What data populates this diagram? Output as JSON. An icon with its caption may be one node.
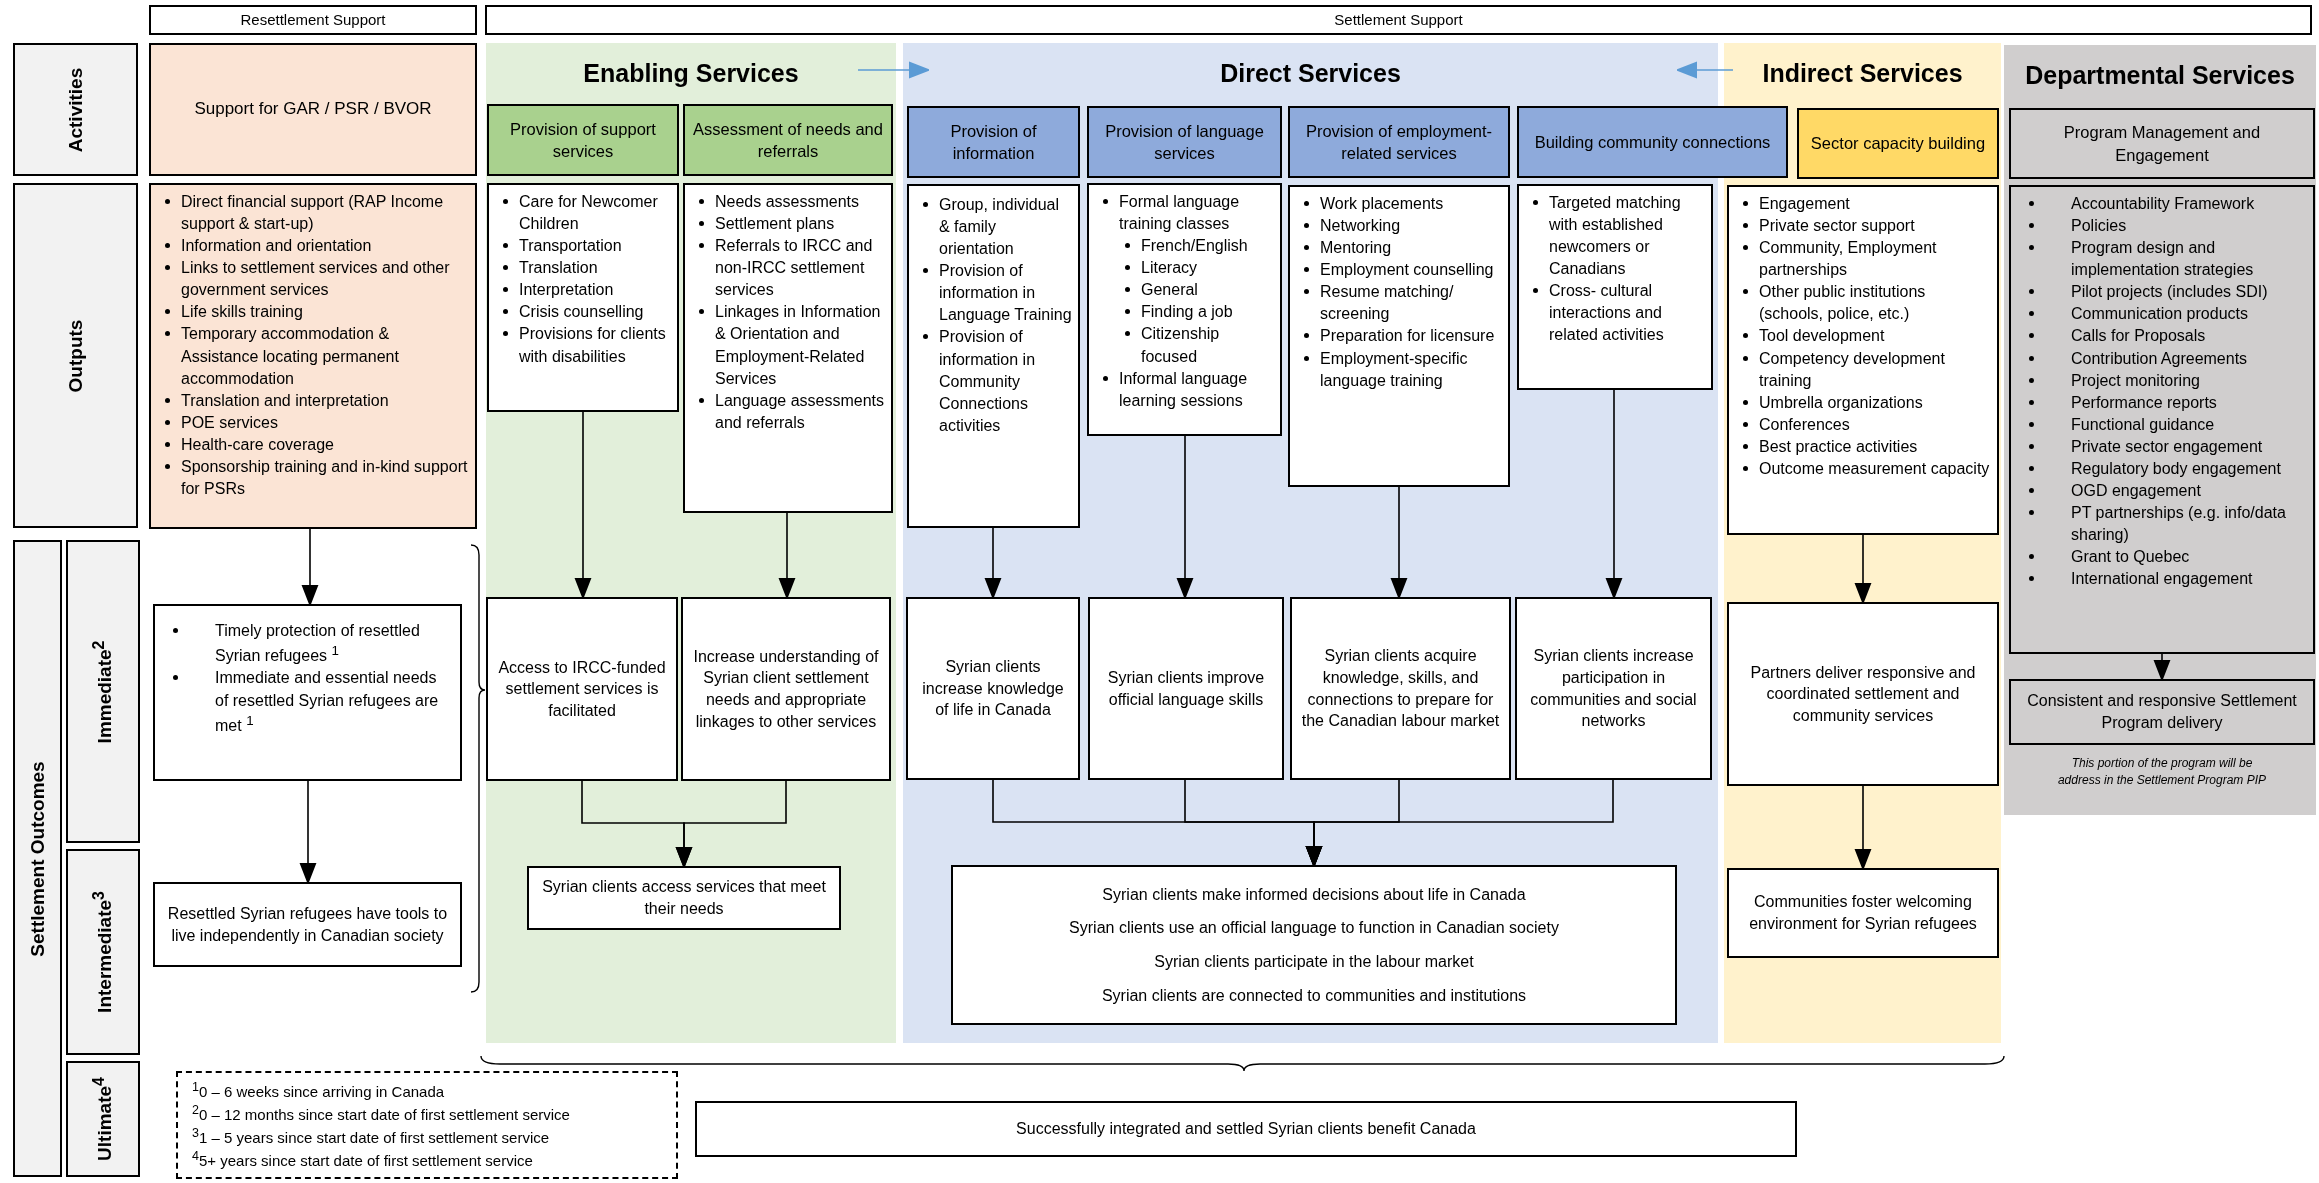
{
  "diagram": {
    "nodes": [
      {
        "text": [
          "Resettlement Support"
        ]
      },
      {
        "text": [
          "Settlement Support"
        ]
      },
      {
        "text": [
          "Activities"
        ]
      },
      {
        "text": [
          "Outputs"
        ]
      },
      {
        "text": [
          "Settlement Outcomes"
        ]
      },
      {
        "text": [
          "Immediate$^{2}$"
        ]
      },
      {
        "text": [
          "Intermediate$^{3}$"
        ]
      },
      {
        "text": [
          "Ultimate$^{4}$"
        ]
      },
      {
        "text": [
          "Support for GAR / PSR / BVOR"
        ]
      },
      {
        "text": [
          "Direct financial support (RAP Income support & start-up)",
          "Information and orientation",
          "Links to settlement services and other government services",
          "Life skills training",
          "Temporary accommodation & Assistance locating permanent accommodation",
          "Translation and interpretation",
          "POE services",
          "Health-care coverage",
          "Sponsorship training and in-kind support for PSRs"
        ]
      },
      {
        "text": [
          "Timely protection of resettled Syrian refugees $^{1}$",
          "Immediate and essential needs of resettled Syrian refugees are met $^{1}$"
        ]
      },
      {
        "text": [
          "Resettled Syrian refugees have tools to live independently in Canadian society"
        ]
      },
      {
        "text": [
          "Enabling Services"
        ]
      },
      {
        "text": [
          "Provision of support services"
        ],
        "in": 12
      },
      {
        "text": [
          "Assessment of needs and referrals"
        ],
        "in": 12
      },
      {
        "text": [
          "Care for Newcomer Children",
          "Transportation",
          "Translation",
          "Interpretation",
          "Crisis counselling",
          "Provisions for clients with disabilities"
        ],
        "in": 12
      },
      {
        "text": [
          "Needs assessments",
          "Settlement plans",
          "Referrals to IRCC and non-IRCC settlement services",
          "Linkages in Information & Orientation and Employment-Related Services",
          "Language assessments and referrals"
        ],
        "in": 12
      },
      {
        "text": [
          "Access to IRCC-funded settlement services is facilitated"
        ],
        "in": 12
      },
      {
        "text": [
          "Increase understanding of Syrian client settlement needs and appropriate linkages to other services"
        ],
        "in": 12
      },
      {
        "text": [
          "Syrian clients access services that meet their needs"
        ],
        "in": 12
      },
      {
        "text": [
          "Direct Services"
        ]
      },
      {
        "text": [
          "Provision of information"
        ],
        "in": 20
      },
      {
        "text": [
          "Provision of language services"
        ],
        "in": 20
      },
      {
        "text": [
          "Provision of employment-related services"
        ],
        "in": 20
      },
      {
        "text": [
          "Building community connections"
        ]
      },
      {
        "text": [
          "Group, individual & family orientation",
          "Provision of information in Language Training",
          "Provision of information in Community Connections activities"
        ],
        "in": 20
      },
      {
        "text": [
          "Formal language training classes",
          "French/English",
          "Literacy",
          "General",
          "Finding a job",
          "Citizenship focused",
          "Informal language learning sessions"
        ],
        "in": 20
      },
      {
        "text": [
          "Work placements",
          "Networking",
          "Mentoring",
          "Employment counselling",
          "Resume matching/ screening",
          "Preparation for licensure",
          "Employment-specific language training"
        ],
        "in": 20
      },
      {
        "text": [
          "Targeted matching with established newcomers or Canadians",
          "Cross- cultural interactions and related activities"
        ],
        "in": 20
      },
      {
        "text": [
          "Syrian clients increase knowledge of life in Canada"
        ],
        "in": 20
      },
      {
        "text": [
          "Syrian clients improve official language skills"
        ],
        "in": 20
      },
      {
        "text": [
          "Syrian clients acquire knowledge, skills, and connections to prepare for the Canadian labour market"
        ],
        "in": 20
      },
      {
        "text": [
          "Syrian clients increase participation in communities and social networks"
        ],
        "in": 20
      },
      {
        "text": [
          "Syrian clients make informed decisions about life in Canada",
          "Syrian clients use an official language to function in Canadian society",
          "Syrian clients participate in the labour market",
          "Syrian clients are connected to communities and institutions"
        ],
        "in": 20
      },
      {
        "text": [
          "Indirect Services"
        ]
      },
      {
        "text": [
          "Sector capacity building"
        ],
        "in": 34
      },
      {
        "text": [
          "Engagement",
          "Private sector support",
          "Community, Employment partnerships",
          "Other public institutions (schools, police, etc.)",
          "Tool development",
          "Competency development training",
          "Umbrella organizations",
          "Conferences",
          "Best practice activities",
          "Outcome measurement capacity"
        ],
        "in": 34
      },
      {
        "text": [
          "Partners deliver responsive and coordinated settlement and community services"
        ],
        "in": 34
      },
      {
        "text": [
          "Communities foster welcoming environment for Syrian refugees"
        ],
        "in": 34
      },
      {
        "text": [
          "Departmental Services"
        ]
      },
      {
        "text": [
          "Program Management and Engagement"
        ],
        "in": 39
      },
      {
        "text": [
          "Accountability Framework",
          "Policies",
          "Program design and implementation strategies",
          "Pilot projects (includes SDI)",
          "Communication products",
          "Calls for Proposals",
          "Contribution Agreements",
          "Project monitoring",
          "Performance reports",
          "Functional guidance",
          "Private sector engagement",
          "Regulatory body engagement",
          "OGD engagement",
          "PT partnerships (e.g. info/data sharing)",
          "Grant to Quebec",
          "International engagement"
        ],
        "in": 39
      },
      {
        "text": [
          "Consistent and responsive Settlement Program delivery"
        ],
        "in": 39,
        "beside": [
          "This portion of the program will be address in the Settlement Program PIP"
        ]
      },
      {
        "text": [
          "Successfully integrated and settled Syrian clients benefit Canada"
        ]
      },
      {
        "text": [
          "$^{1}$0 – 6 weeks since arriving in Canada",
          "$^{2}$0 – 12 months since start date of first settlement service",
          "$^{3}$1 – 5 years since start date of first settlement service",
          "$^{4}$5+ years since start date of first settlement service"
        ]
      }
    ],
    "edges": [
      {
        "from": 9,
        "to": 10,
        "arrow": "to"
      },
      {
        "from": 10,
        "to": 11,
        "arrow": "to"
      },
      {
        "from": 15,
        "to": 17,
        "arrow": "to"
      },
      {
        "from": 16,
        "to": 18,
        "arrow": "to"
      },
      {
        "from": 17,
        "to": 19,
        "arrow": "to"
      },
      {
        "from": 18,
        "to": 19,
        "arrow": "to"
      },
      {
        "from": 25,
        "to": 29,
        "arrow": "to"
      },
      {
        "from": 26,
        "to": 30,
        "arrow": "to"
      },
      {
        "from": 27,
        "to": 31,
        "arrow": "to"
      },
      {
        "from": 28,
        "to": 32,
        "arrow": "to"
      },
      {
        "from": 29,
        "to": 33,
        "arrow": "to"
      },
      {
        "from": 30,
        "to": 33,
        "arrow": "to"
      },
      {
        "from": 31,
        "to": 33,
        "arrow": "to"
      },
      {
        "from": 32,
        "to": 33,
        "arrow": "to"
      },
      {
        "from": 36,
        "to": 37,
        "arrow": "to"
      },
      {
        "from": 37,
        "to": 38,
        "arrow": "to"
      },
      {
        "from": 41,
        "to": 42,
        "arrow": "to"
      },
      {
        "from": 12,
        "to": 20,
        "arrow": "to",
        "color": "#5b9bd5"
      },
      {
        "from": 34,
        "to": 20,
        "arrow": "to",
        "color": "#5b9bd5"
      }
    ]
  }
}
